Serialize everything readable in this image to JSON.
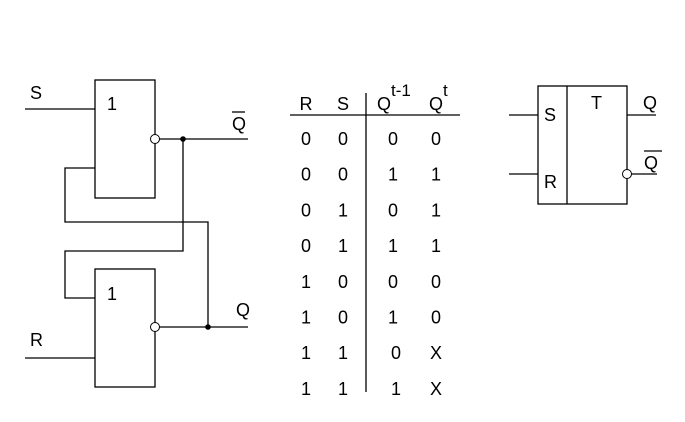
{
  "circuit": {
    "gate_top": {
      "symbol": "1",
      "input_label": "S",
      "output_label": "Q̄",
      "output_inverted": true
    },
    "gate_bottom": {
      "symbol": "1",
      "input_label": "R",
      "output_label": "Q",
      "output_inverted": true
    },
    "gate_type": "NOR",
    "cross_coupled": true
  },
  "truth_table": {
    "headers": [
      {
        "base": "R",
        "sup": ""
      },
      {
        "base": "S",
        "sup": ""
      },
      {
        "base": "Q",
        "sup": "t-1"
      },
      {
        "base": "Q",
        "sup": "t"
      }
    ],
    "rows": [
      [
        "0",
        "0",
        "0",
        "0"
      ],
      [
        "0",
        "0",
        "1",
        "1"
      ],
      [
        "0",
        "1",
        "0",
        "1"
      ],
      [
        "0",
        "1",
        "1",
        "1"
      ],
      [
        "1",
        "0",
        "0",
        "0"
      ],
      [
        "1",
        "0",
        "1",
        "0"
      ],
      [
        "1",
        "1",
        "0",
        "X"
      ],
      [
        "1",
        "1",
        "1",
        "X"
      ]
    ]
  },
  "symbol": {
    "type_label": "T",
    "inputs": [
      "S",
      "R"
    ],
    "outputs": [
      "Q",
      "Q̄"
    ],
    "output_q_bar_inverted": true
  }
}
